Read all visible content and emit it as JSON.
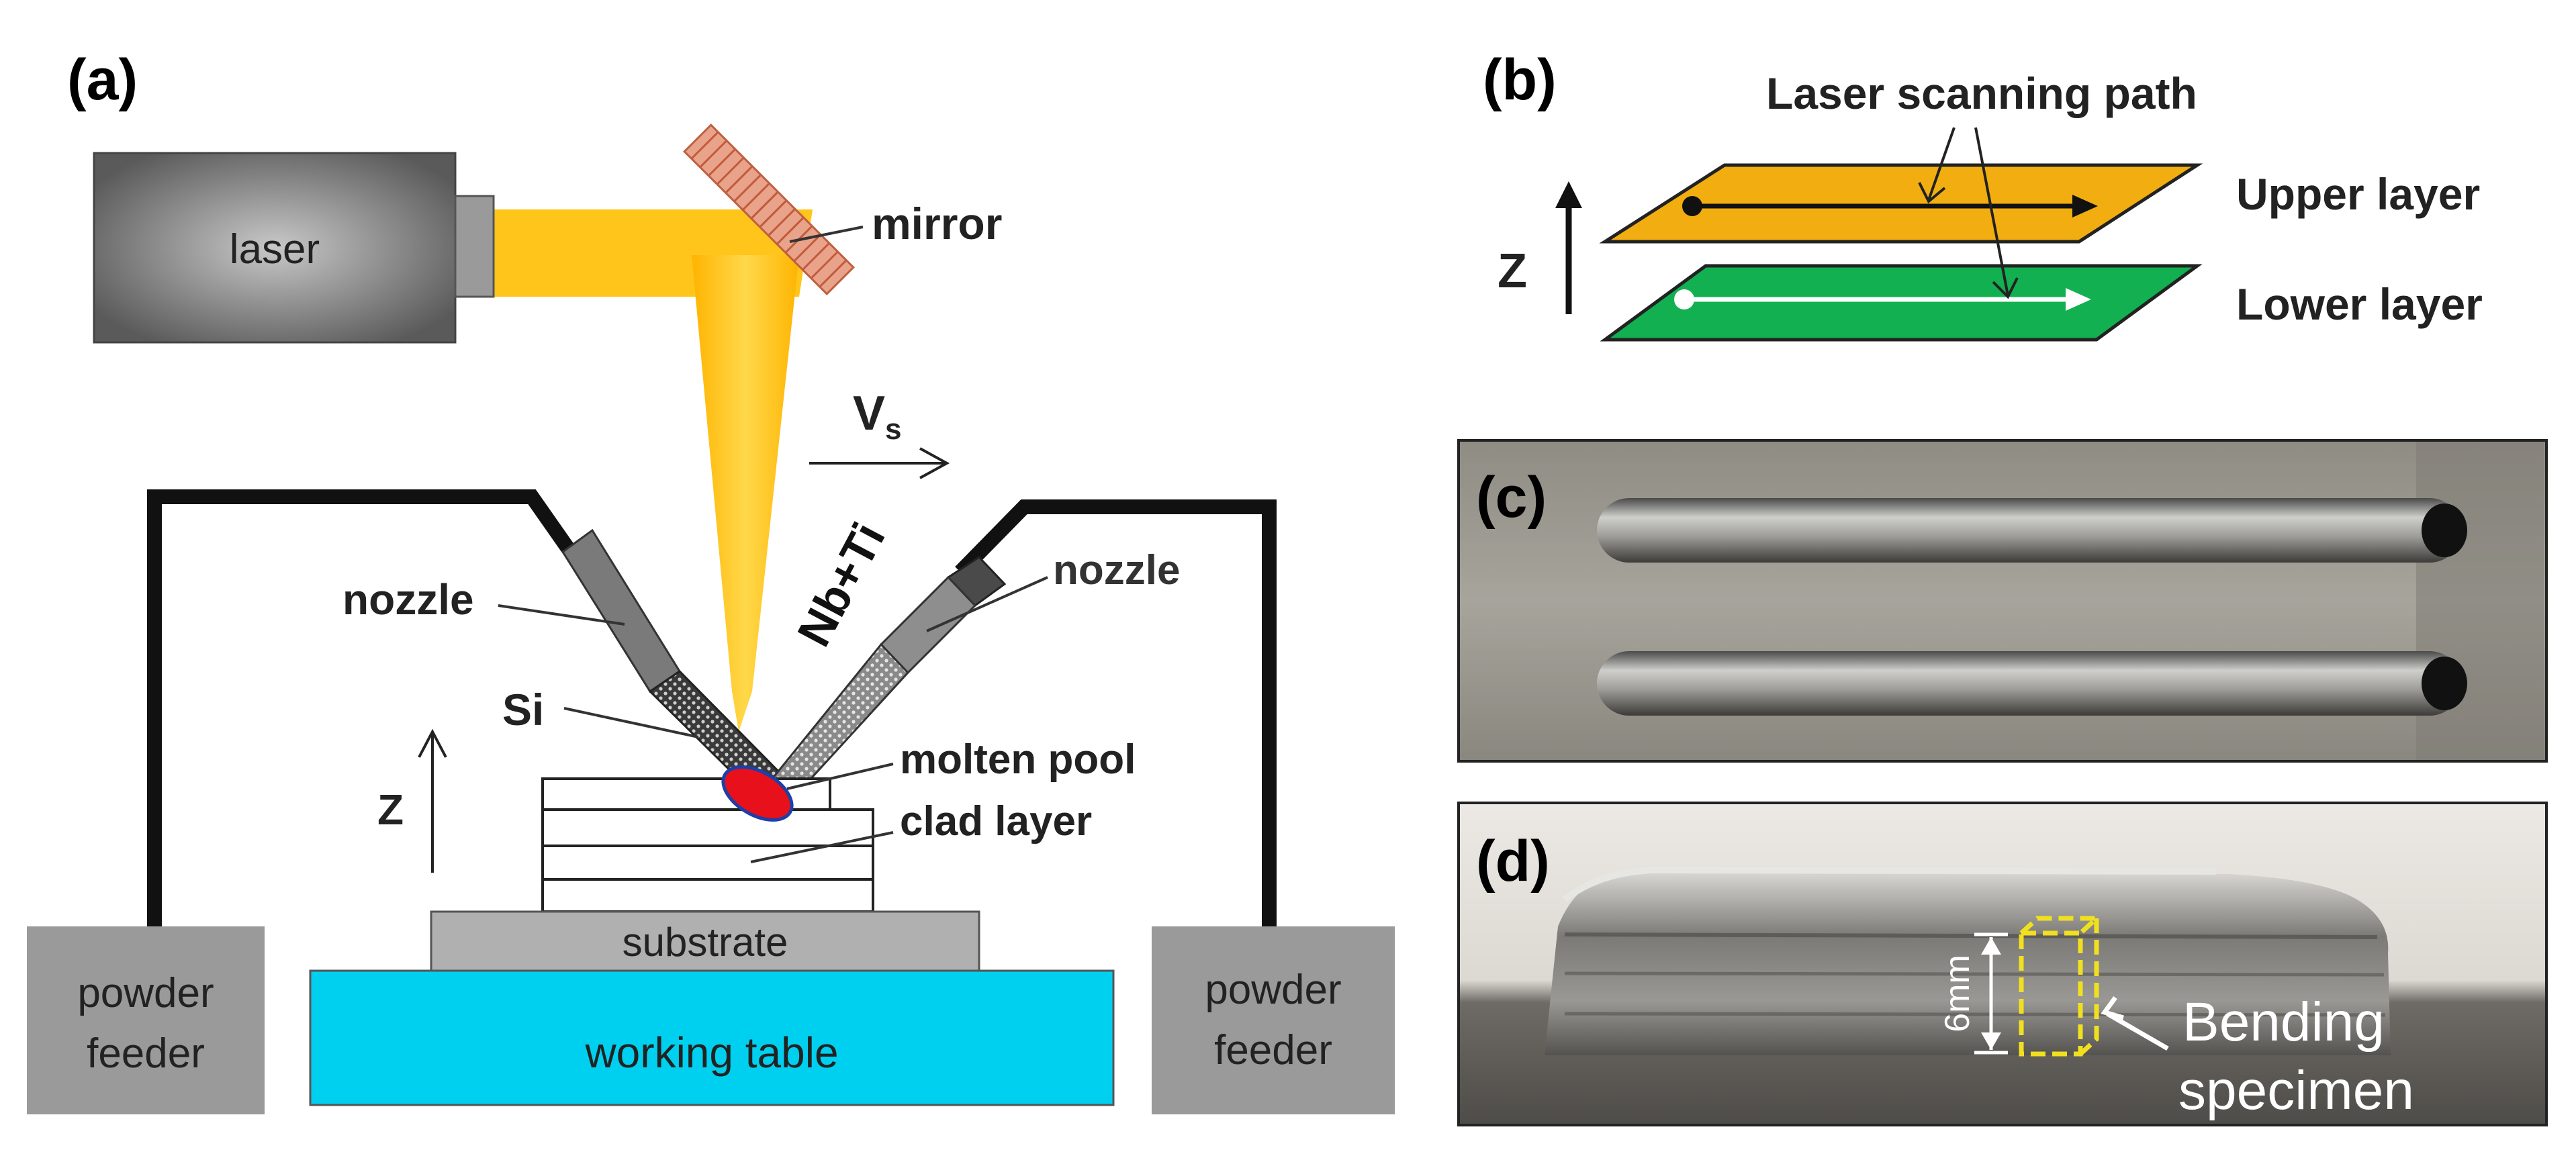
{
  "panel_a": {
    "label": "(a)",
    "laser": "laser",
    "mirror": "mirror",
    "vs_main": "V",
    "vs_sub": "s",
    "nbti": "Nb+Ti",
    "nozzle_left": "nozzle",
    "nozzle_right": "nozzle",
    "si": "Si",
    "z": "Z",
    "molten_pool": "molten pool",
    "clad_layer": "clad layer",
    "substrate": "substrate",
    "working_table": "working table",
    "powder_feeder_left": [
      "powder",
      "feeder"
    ],
    "powder_feeder_right": [
      "powder",
      "feeder"
    ]
  },
  "panel_b": {
    "label": "(b)",
    "scan_path": "Laser scanning path",
    "upper_layer": "Upper layer",
    "lower_layer": "Lower layer",
    "z": "Z"
  },
  "panel_c": {
    "label": "(c)"
  },
  "panel_d": {
    "label": "(d)",
    "dimension": "6mm",
    "specimen": [
      "Bending",
      "specimen"
    ]
  },
  "colors": {
    "laser_beam": "#FFC51A",
    "mirror": "#E8A38A",
    "upper_layer": "#F2AE10",
    "lower_layer": "#12B050",
    "working_table": "#00D0F0",
    "substrate": "#B0B0B0",
    "powder_feeder": "#9A9A9A",
    "molten_pool": "#E8101A",
    "specimen_outline": "#F0E020"
  }
}
